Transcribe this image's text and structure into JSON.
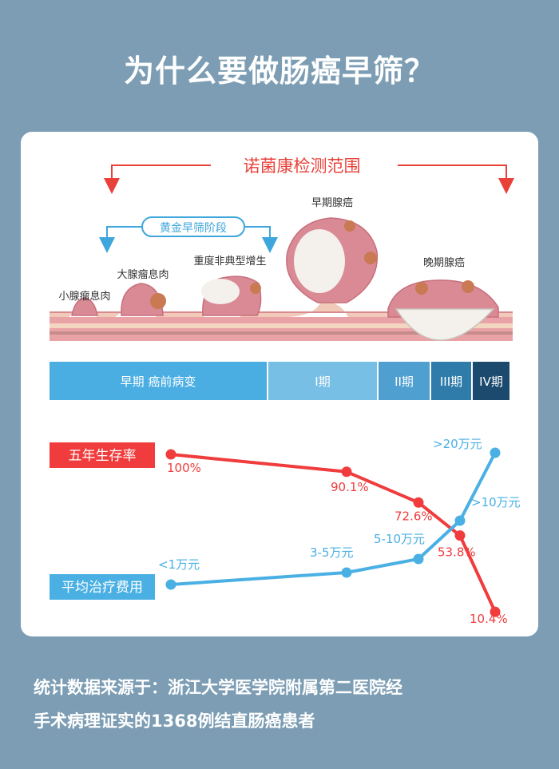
{
  "title": "为什么要做肠癌早筛？",
  "detection_range_label": "诺菌康检测范围",
  "golden_stage_label": "黄金早筛阶段",
  "lesions": [
    "小腺瘤息肉",
    "大腺瘤息肉",
    "重度非典型增生",
    "早期腺癌",
    "晚期腺癌"
  ],
  "stages": [
    "早期 癌前病变",
    "I期",
    "II期",
    "III期",
    "IV期"
  ],
  "colors": {
    "survival": "#f03c3c",
    "cost": "#4ab0e4",
    "accent_red": "#e8413a",
    "stage_colors": [
      "#4aaee3",
      "#78bfe6",
      "#4f9fd1",
      "#2f7cab",
      "#1b4a6e"
    ]
  },
  "chart_data": {
    "type": "line",
    "x": [
      0,
      1,
      2,
      3,
      4
    ],
    "series": [
      {
        "name": "五年生存率",
        "values": [
          100,
          90.1,
          72.6,
          53.8,
          10.4
        ],
        "labels": [
          "100%",
          "90.1%",
          "72.6%",
          "53.8%",
          "10.4%"
        ]
      },
      {
        "name": "平均治疗费用",
        "values": [
          0.5,
          4,
          7.5,
          10,
          20
        ],
        "labels": [
          "<1万元",
          "3-5万元",
          "5-10万元",
          ">10万元",
          ">20万元"
        ]
      }
    ]
  },
  "footnote": {
    "line1": "统计数据来源于：浙江大学医学院附属第二医院经",
    "line2": "手术病理证实的1368例结直肠癌患者"
  }
}
